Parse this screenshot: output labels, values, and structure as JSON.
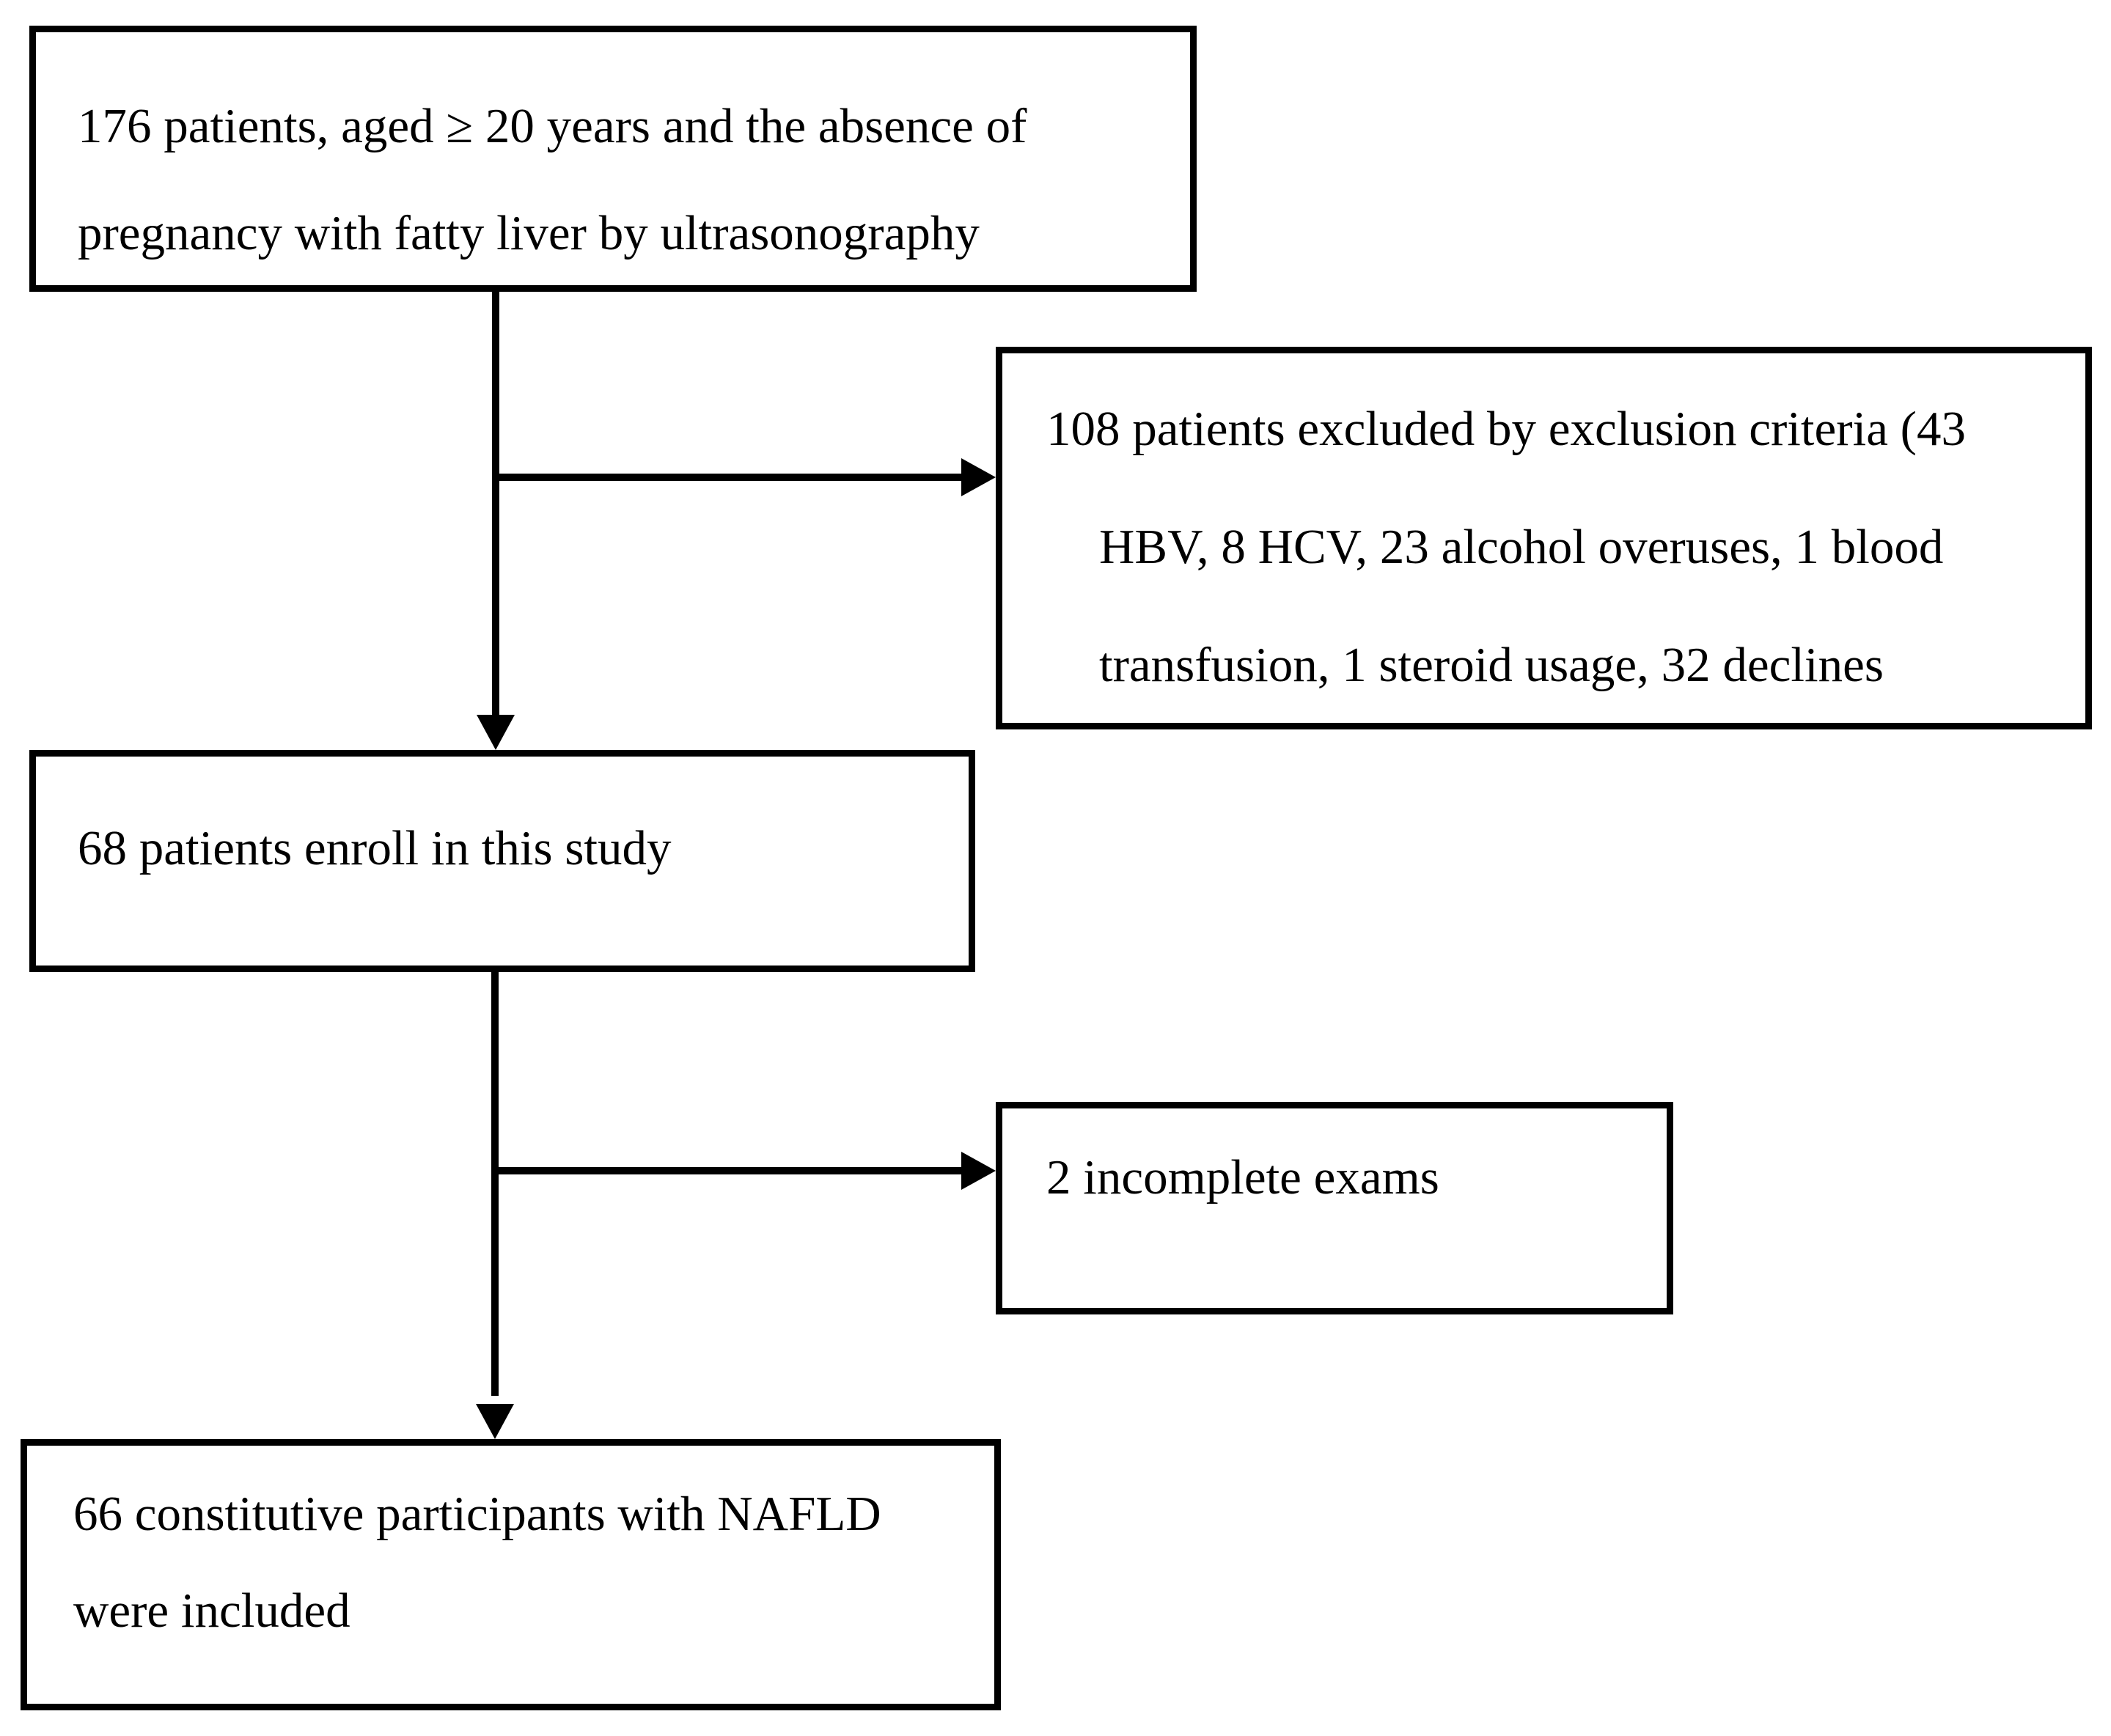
{
  "colors": {
    "line": "#000000",
    "text": "#000000",
    "background": "#ffffff"
  },
  "flowchart": {
    "kind": "study-enrollment-flow",
    "boxes": [
      {
        "id": "eligible",
        "lines": [
          "176 patients, aged ≥ 20 years and the absence of",
          "pregnancy with fatty liver by ultrasonography"
        ]
      },
      {
        "id": "excluded",
        "lines": [
          "108 patients excluded by exclusion criteria (43",
          "HBV, 8 HCV, 23 alcohol overuses, 1 blood",
          "transfusion, 1 steroid usage, 32 declines"
        ]
      },
      {
        "id": "enrolled",
        "lines": [
          "68 patients enroll in this study"
        ]
      },
      {
        "id": "incomplete",
        "lines": [
          "2 incomplete exams"
        ]
      },
      {
        "id": "included",
        "lines": [
          "66 constitutive participants with NAFLD",
          "were included"
        ]
      }
    ],
    "edges": [
      {
        "from": "eligible",
        "to": "enrolled",
        "direction": "down"
      },
      {
        "from": "eligible",
        "to": "excluded",
        "direction": "right"
      },
      {
        "from": "enrolled",
        "to": "included",
        "direction": "down"
      },
      {
        "from": "enrolled",
        "to": "incomplete",
        "direction": "right"
      }
    ]
  }
}
